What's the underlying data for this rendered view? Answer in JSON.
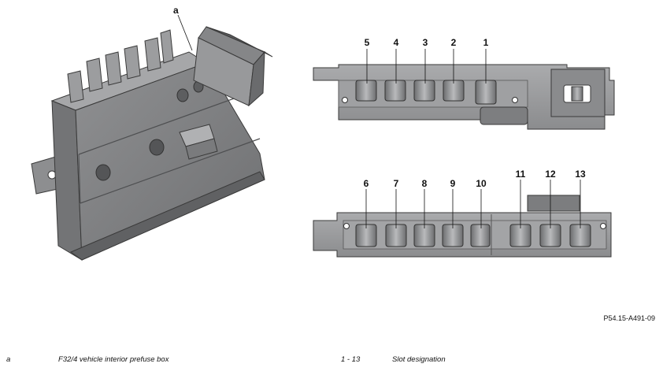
{
  "callouts": {
    "a": "a",
    "slots_top": [
      "5",
      "4",
      "3",
      "2",
      "1"
    ],
    "slots_bottom": [
      "6",
      "7",
      "8",
      "9",
      "10",
      "11",
      "12",
      "13"
    ]
  },
  "figure_ref": "P54.15-A491-09",
  "legend": [
    {
      "key": "a",
      "text": "F32/4 vehicle interior prefuse box"
    },
    {
      "key": "1 - 13",
      "text": "Slot designation"
    }
  ]
}
